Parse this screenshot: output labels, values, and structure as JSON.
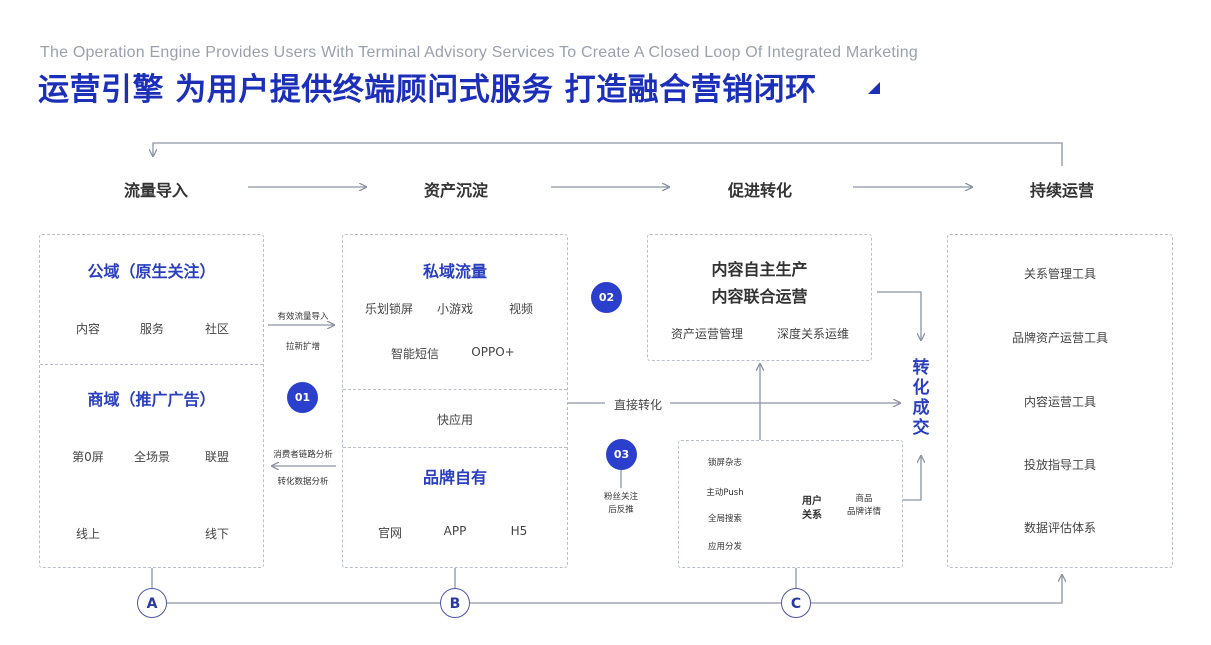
{
  "header": {
    "subtitle": "The Operation Engine Provides Users With Terminal Advisory Services To Create A Closed Loop Of Integrated Marketing",
    "title": "运营引擎 为用户提供终端顾问式服务 打造融合营销闭环"
  },
  "stages": [
    "流量导入",
    "资产沉淀",
    "促进转化",
    "持续运营"
  ],
  "col_a": {
    "public": {
      "title": "公域（原生关注）",
      "items": [
        "内容",
        "服务",
        "社区"
      ]
    },
    "commerce": {
      "title": "商域（推广广告）",
      "items": [
        "第0屏",
        "全场景",
        "联盟"
      ],
      "sub_items": [
        "线上",
        "线下"
      ]
    }
  },
  "connector_ab": {
    "top_lines": [
      "有效流量导入",
      "拉新扩增"
    ],
    "bottom_lines": [
      "消费者链路分析",
      "转化数据分析"
    ],
    "badge": "01"
  },
  "col_b": {
    "private": {
      "title": "私域流量",
      "items": [
        "乐划锁屏",
        "小游戏",
        "视频",
        "智能短信",
        "OPPO+"
      ]
    },
    "quick_app": "快应用",
    "brand": {
      "title": "品牌自有",
      "items": [
        "官网",
        "APP",
        "H5"
      ]
    }
  },
  "col_c": {
    "badge_02": "02",
    "content": {
      "line1": "内容自主生产",
      "line2": "内容联合运营",
      "items": [
        "资产运营管理",
        "深度关系运维"
      ]
    },
    "direct_label": "直接转化",
    "badge_03": "03",
    "fans_label": [
      "粉丝关注",
      "后反推"
    ],
    "relation": {
      "sources": [
        "锁屏杂志",
        "主动Push",
        "全局搜索",
        "应用分发"
      ],
      "center": [
        "用户",
        "关系"
      ],
      "result": [
        "商品",
        "品牌详情"
      ]
    },
    "deal": "转化成交"
  },
  "col_d": {
    "items": [
      "关系管理工具",
      "品牌资产运营工具",
      "内容运营工具",
      "投放指导工具",
      "数据评估体系"
    ]
  },
  "letters": [
    "A",
    "B",
    "C"
  ],
  "colors": {
    "accent": "#2a3fcc",
    "title": "#1c2fb8",
    "line": "#8d93a3",
    "dash": "#b9bfc9"
  }
}
